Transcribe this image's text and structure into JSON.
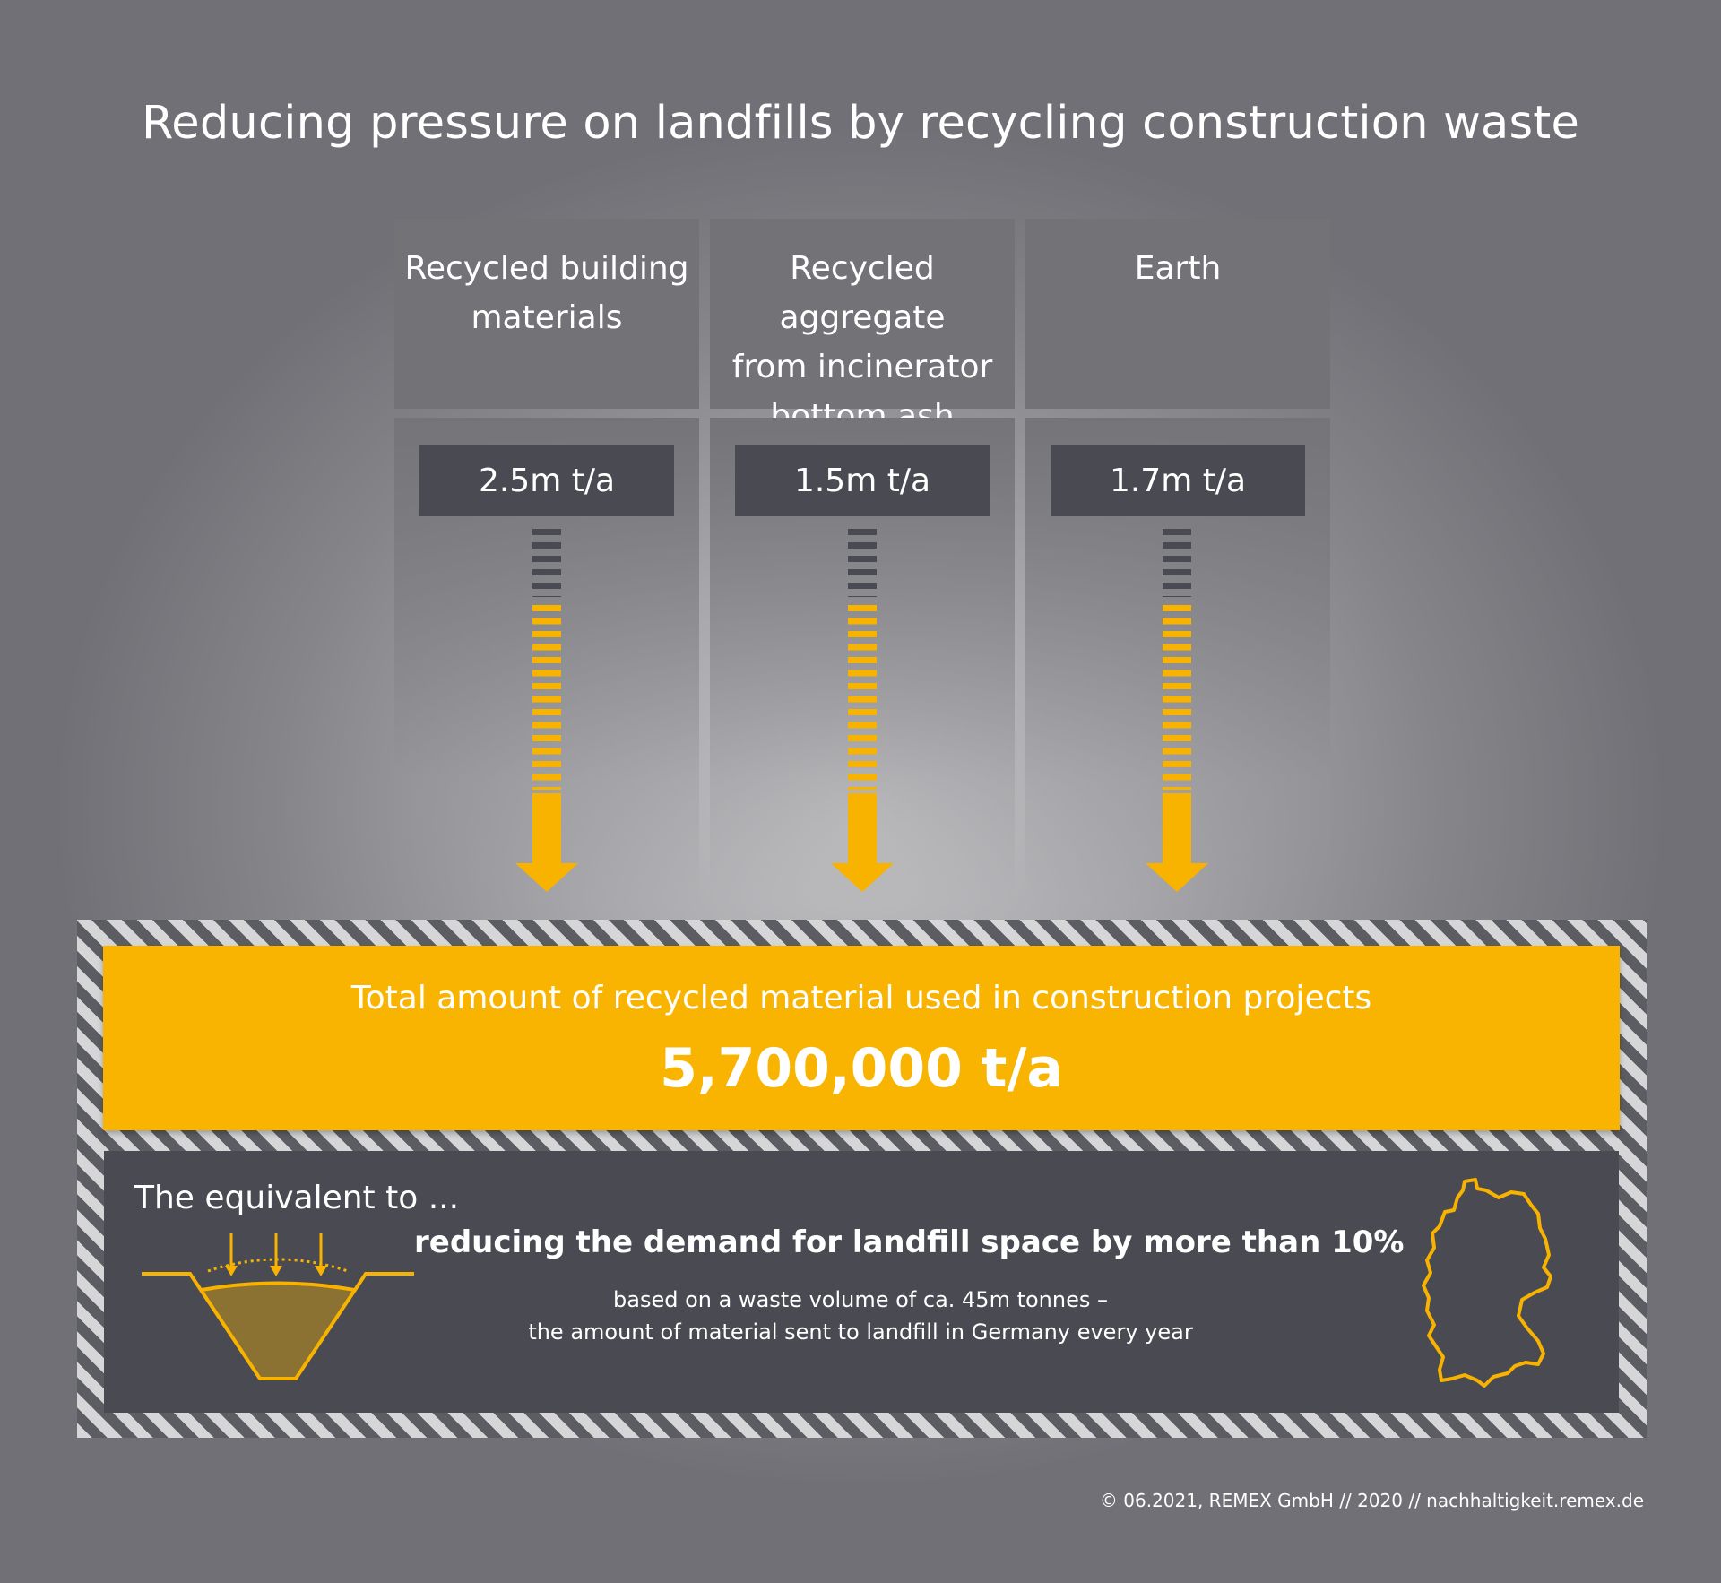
{
  "title": "Reducing pressure on landfills by recycling construction waste",
  "columns": [
    {
      "label_line1": "Recycled building",
      "label_line2": "materials",
      "label_line3": "",
      "value": "2.5m t/a"
    },
    {
      "label_line1": "Recycled aggregate",
      "label_line2": "from incinerator",
      "label_line3": "bottom ash",
      "value": "1.5m t/a"
    },
    {
      "label_line1": "Earth",
      "label_line2": "",
      "label_line3": "",
      "value": "1.7m t/a"
    }
  ],
  "total": {
    "label": "Total amount of recycled material used in construction projects",
    "value": "5,700,000 t/a"
  },
  "equivalent": {
    "lead": "The equivalent to ...",
    "main": "reducing the demand for landfill space by more than 10%",
    "note_line1": "based on a waste volume of ca. 45m tonnes –",
    "note_line2": "the amount of material sent to landfill in Germany every year"
  },
  "icons": {
    "landfill": "landfill-icon",
    "germany": "germany-map-icon",
    "arrow": "arrow-down-icon"
  },
  "colors": {
    "accent": "#f8b400",
    "dark": "#4a4b52",
    "panel": "#727277"
  },
  "copyright": "© 06.2021, REMEX GmbH // 2020 // nachhaltigkeit.remex.de"
}
